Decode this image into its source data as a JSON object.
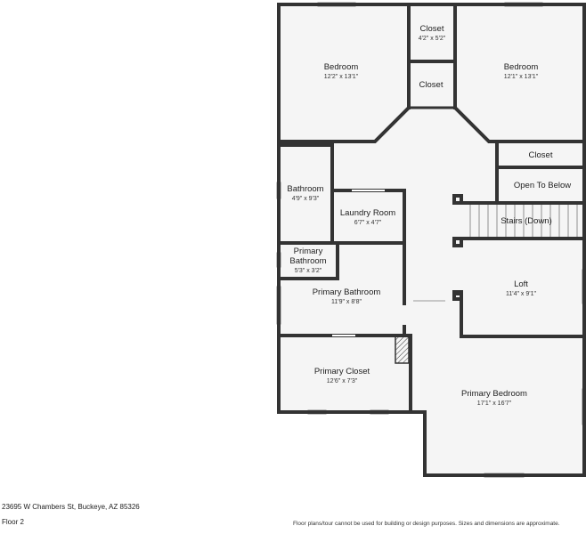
{
  "address": "23695 W Chambers St, Buckeye, AZ 85326",
  "floor_label": "Floor 2",
  "disclaimer": "Floor plans/tour cannot be used for building or design purposes. Sizes and dimensions are approximate.",
  "rooms": {
    "bedroom_left": {
      "name": "Bedroom",
      "dims": "12'2\" x 13'1\""
    },
    "closet_top": {
      "name": "Closet",
      "dims": "4'2\" x 5'2\""
    },
    "closet_mid": {
      "name": "Closet"
    },
    "bedroom_right": {
      "name": "Bedroom",
      "dims": "12'1\" x 13'1\""
    },
    "closet_right": {
      "name": "Closet"
    },
    "open_to_below": {
      "name": "Open To Below"
    },
    "stairs": {
      "name": "Stairs (Down)"
    },
    "bathroom": {
      "name": "Bathroom",
      "dims": "4'9\" x 9'3\""
    },
    "laundry": {
      "name": "Laundry Room",
      "dims": "6'7\" x 4'7\""
    },
    "primary_bath_small_line1": "Primary",
    "primary_bath_small_line2": "Bathroom",
    "primary_bath_small_dims": "5'3\" x 3'2\"",
    "primary_bath": {
      "name": "Primary Bathroom",
      "dims": "11'9\" x 8'8\""
    },
    "loft": {
      "name": "Loft",
      "dims": "11'4\" x 9'1\""
    },
    "primary_closet": {
      "name": "Primary Closet",
      "dims": "12'6\" x 7'3\""
    },
    "primary_bedroom": {
      "name": "Primary Bedroom",
      "dims": "17'1\" x 16'7\""
    }
  }
}
